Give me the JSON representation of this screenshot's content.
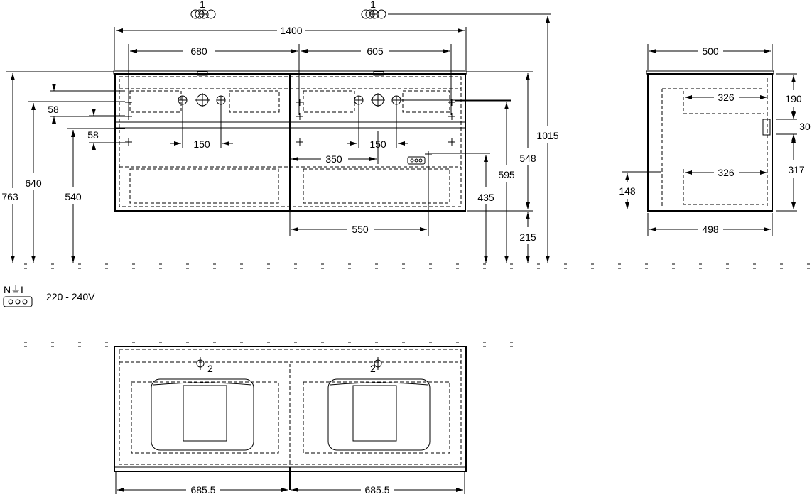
{
  "front_view": {
    "tap_symbol_label_left": "1",
    "tap_symbol_label_right": "1",
    "dims": {
      "width_total": "1400",
      "left_offset": "680",
      "right_offset": "605",
      "height_top": "763",
      "height_640": "640",
      "height_540": "540",
      "spacing_58_a": "58",
      "spacing_58_b": "58",
      "tap_spacing_left": "150",
      "tap_spacing_right": "150",
      "socket_offset": "350",
      "socket_width_offset": "550",
      "height_435": "435",
      "height_595": "595",
      "cabinet_height": "548",
      "floor_clearance": "215",
      "overall_height": "1015"
    }
  },
  "side_view": {
    "dims": {
      "depth_top": "500",
      "depth_bottom": "498",
      "drawer_depth_upper": "326",
      "drawer_depth_lower": "326",
      "height_190": "190",
      "height_30": "30",
      "height_317": "317",
      "height_148": "148"
    }
  },
  "electrical": {
    "socket_label": "N⏚L",
    "voltage": "220 - 240V"
  },
  "plan_view": {
    "tap_label_left": "2",
    "tap_label_right": "2",
    "dims": {
      "half_width_left": "685.5",
      "half_width_right": "685.5"
    }
  }
}
